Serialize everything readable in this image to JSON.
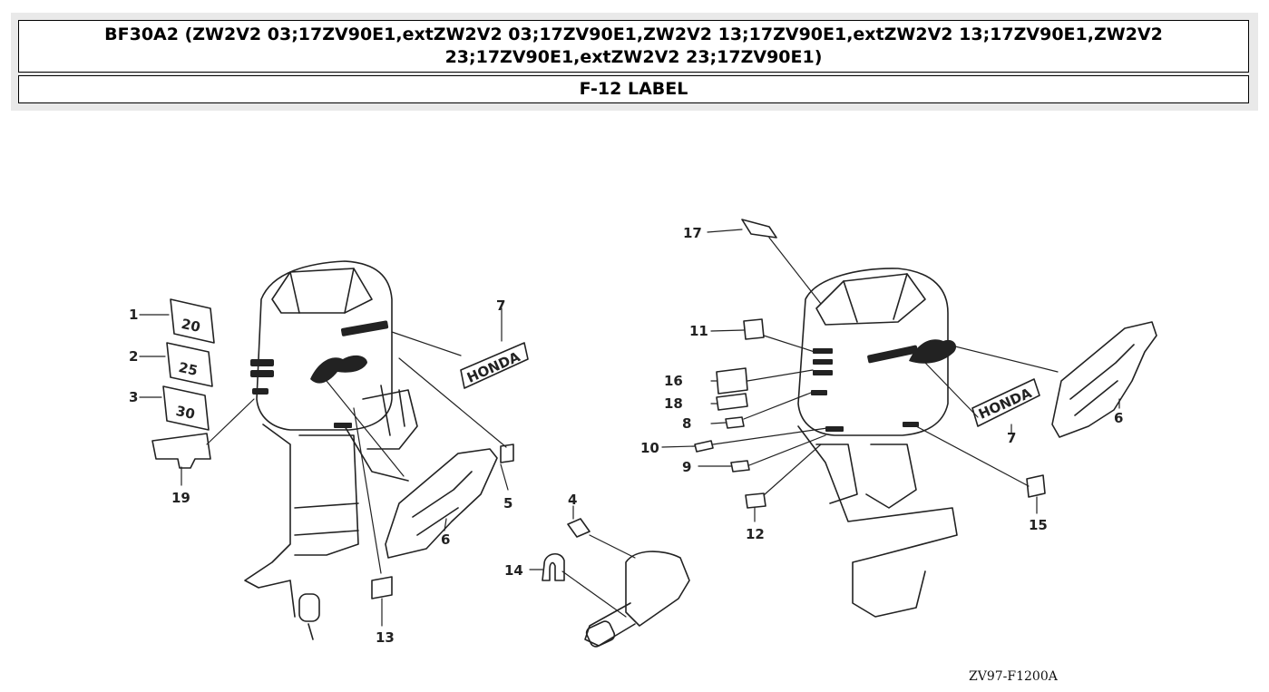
{
  "header": {
    "title": "BF30A2 (ZW2V2 03;17ZV90E1,extZW2V2 03;17ZV90E1,ZW2V2 13;17ZV90E1,extZW2V2 13;17ZV90E1,ZW2V2 23;17ZV90E1,extZW2V2 23;17ZV90E1)",
    "section": "F-12 LABEL"
  },
  "diagram": {
    "callouts": {
      "c1": "1",
      "c2": "2",
      "c3": "3",
      "c4": "4",
      "c5": "5",
      "c6a": "6",
      "c6b": "6",
      "c7a": "7",
      "c7b": "7",
      "c8": "8",
      "c9": "9",
      "c10": "10",
      "c11": "11",
      "c12": "12",
      "c13": "13",
      "c14": "14",
      "c15": "15",
      "c16": "16",
      "c17": "17",
      "c18": "18",
      "c19": "19"
    },
    "decal_text": {
      "model_20": "20",
      "model_25": "25",
      "model_30": "30",
      "brand": "HONDA"
    },
    "figure_code": "ZV97-F1200A"
  }
}
